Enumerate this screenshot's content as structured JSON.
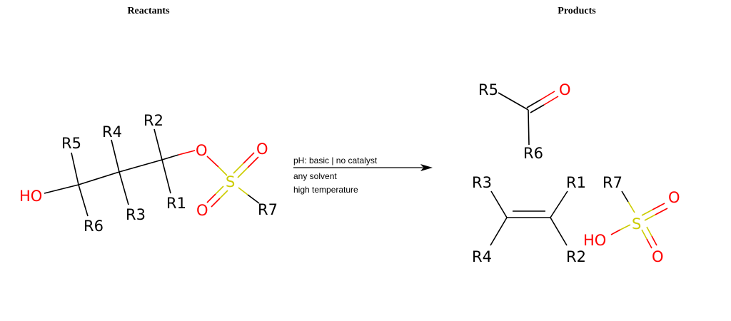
{
  "headings": {
    "reactants": "Reactants",
    "products": "Products"
  },
  "conditions": {
    "line1": "pH: basic | no catalyst",
    "line2": "any solvent",
    "line3": "high temperature"
  },
  "atoms": {
    "HO": "HO",
    "O": "O",
    "S": "S",
    "R1": "R1",
    "R2": "R2",
    "R3": "R3",
    "R4": "R4",
    "R5": "R5",
    "R6": "R6",
    "R7": "R7"
  },
  "colors": {
    "carbon": "#000000",
    "oxygen": "#ff0000",
    "sulfur": "#cccc00"
  }
}
